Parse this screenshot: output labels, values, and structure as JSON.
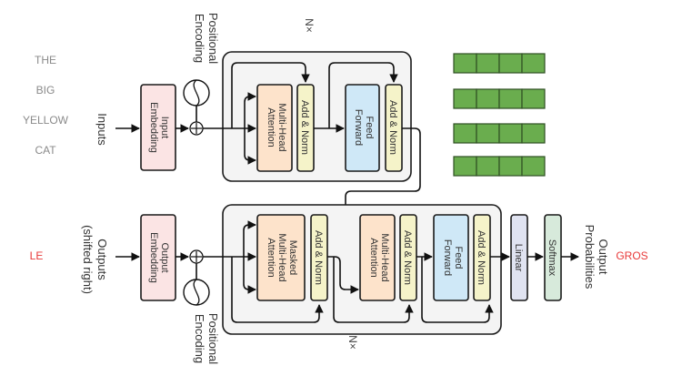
{
  "input_words": [
    "THE",
    "BIG",
    "YELLOW",
    "CAT"
  ],
  "decoder_input_word": "LE",
  "predicted_word": "GROS",
  "encoder": {
    "inputs_label": "Inputs",
    "embedding": [
      "Input",
      "Embedding"
    ],
    "positional_encoding": [
      "Positional",
      "Encoding"
    ],
    "repeat_label": "N×",
    "attention": [
      "Multi-Head",
      "Attention"
    ],
    "add_norm_1": "Add & Norm",
    "feed_forward": [
      "Feed",
      "Forward"
    ],
    "add_norm_2": "Add & Norm"
  },
  "decoder": {
    "outputs_label": [
      "Outputs",
      "(shifted right)"
    ],
    "embedding": [
      "Output",
      "Embedding"
    ],
    "positional_encoding": [
      "Positional",
      "Encoding"
    ],
    "repeat_label": "N×",
    "masked_attention": [
      "Masked",
      "Multi-Head",
      "Attention"
    ],
    "add_norm_1": "Add & Norm",
    "cross_attention": [
      "Multi-Head",
      "Attention"
    ],
    "add_norm_2": "Add & Norm",
    "feed_forward": [
      "Feed",
      "Forward"
    ],
    "add_norm_3": "Add & Norm",
    "linear": "Linear",
    "softmax": "Softmax",
    "output_label": [
      "Output",
      "Probabilities"
    ]
  },
  "encoder_output_vectors": {
    "count": 4,
    "cells_per_vector": 4,
    "color": "#6aad4e"
  },
  "colors": {
    "embedding_fill": "#fbe4e4",
    "attention_fill": "#fde3cb",
    "add_norm_fill": "#f5f3c9",
    "feed_forward_fill": "#cfe8f7",
    "linear_fill": "#e0e3f1",
    "softmax_fill": "#d7eadb",
    "stack_fill": "#f4f4f4",
    "highlight_red": "#e83a3a"
  }
}
